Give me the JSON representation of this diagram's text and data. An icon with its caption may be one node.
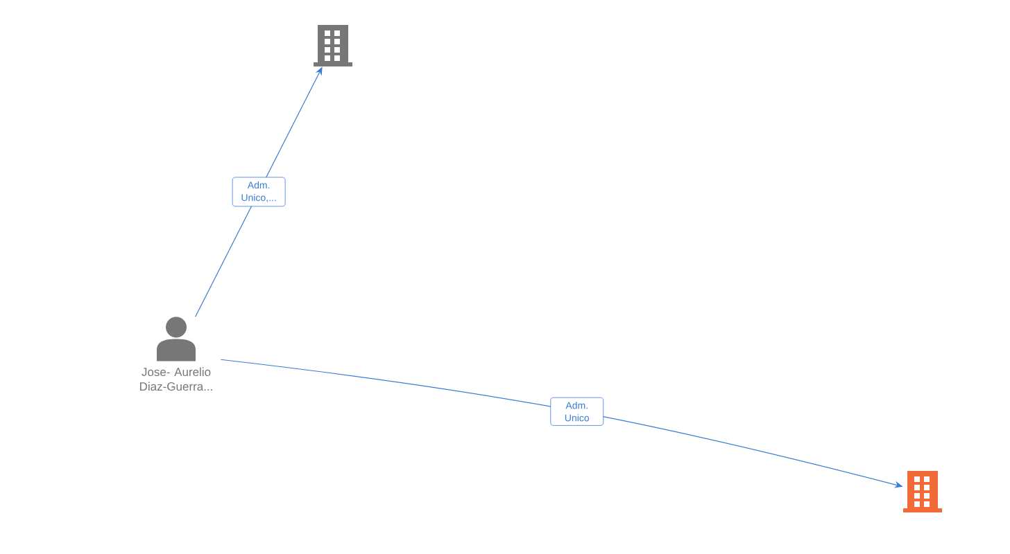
{
  "diagram": {
    "nodes": [
      {
        "text": [],
        "shape": "building"
      },
      {
        "text": [
          "Jose- Aurelio Diaz-Guerra..."
        ]
      },
      {
        "text": [],
        "shape": "building"
      }
    ],
    "edges": [
      {
        "from": 1,
        "to": 0,
        "arrow": "to",
        "label": "Adm. Unico,..."
      },
      {
        "from": 1,
        "to": 2,
        "arrow": "to",
        "label": "Adm. Unico"
      }
    ]
  }
}
